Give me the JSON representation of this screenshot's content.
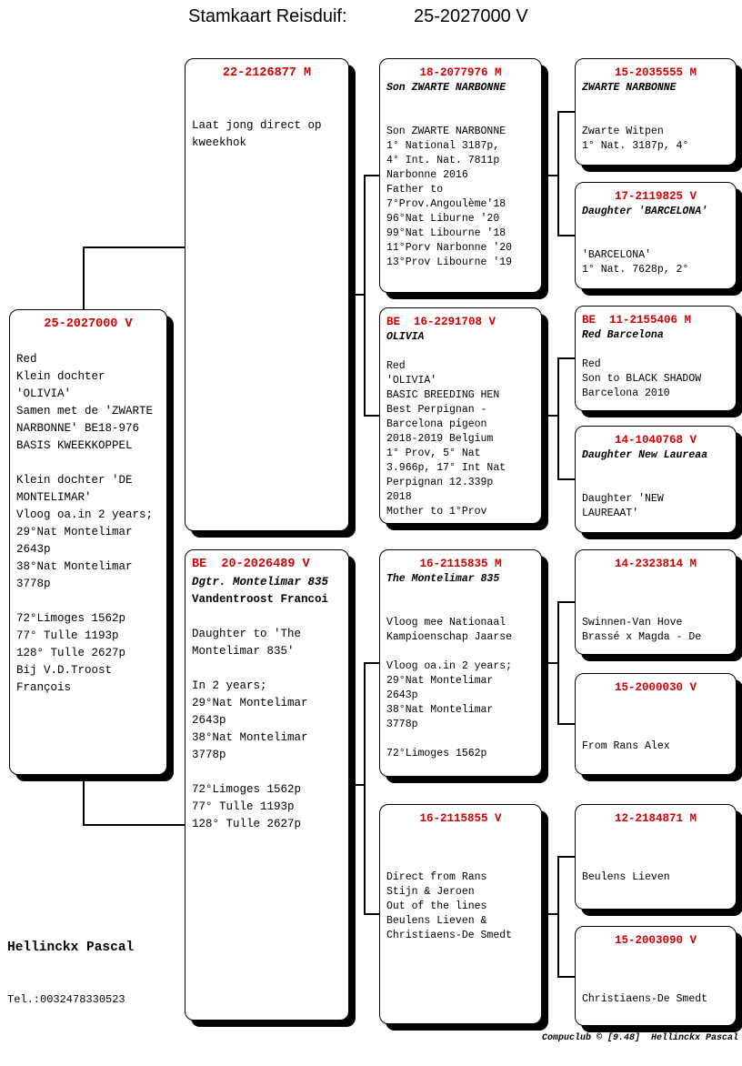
{
  "title": {
    "label": "Stamkaart Reisduif:",
    "ring": "25-2027000 V"
  },
  "colors": {
    "ring_red": "#d40000",
    "text": "#000000",
    "line": "#000000"
  },
  "owner": {
    "name": "Hellinckx Pascal",
    "phone": "Tel.:0032478330523"
  },
  "footer": {
    "credit": "Compuclub © [9.48]  Hellinckx Pascal"
  },
  "boxes": {
    "subject": {
      "ring": "25-2027000 V",
      "body": "\nRed\nKlein dochter\n'OLIVIA'\nSamen met de 'ZWARTE\nNARBONNE' BE18-976\nBASIS KWEEKKOPPEL\n\nKlein dochter 'DE\nMONTELIMAR'\nVloog oa.in 2 years;\n29°Nat Montelimar\n2643p\n38°Nat Montelimar\n3778p\n\n72°Limoges 1562p\n77° Tulle 1193p\n128° Tulle 2627p\nBij V.D.Troost\nFrançois"
    },
    "father": {
      "ring": "22-2126877 M",
      "body": "\n\nLaat jong direct op\nkweekhok"
    },
    "mother": {
      "ring": "BE  20-2026489 V",
      "name": "Dgtr. Montelimar 835",
      "name2": "Vandentroost Francoi",
      "body": "\nDaughter to 'The\nMontelimar 835'\n\nIn 2 years;\n29°Nat Montelimar\n2643p\n38°Nat Montelimar\n3778p\n\n72°Limoges 1562p\n77° Tulle 1193p\n128° Tulle 2627p"
    },
    "gp1": {
      "ring": "18-2077976 M",
      "name": "Son ZWARTE NARBONNE",
      "body": "\n\nSon ZWARTE NARBONNE\n1° National 3187p,\n4° Int. Nat. 7811p\nNarbonne 2016\nFather to\n7°Prov.Angoulème'18\n96°Nat Liburne '20\n99°Nat Libourne '18\n11°Porv Narbonne '20\n13°Prov Libourne '19"
    },
    "gp2": {
      "ring": "BE  16-2291708 V",
      "name": "OLIVIA",
      "body": "\nRed\n'OLIVIA'\nBASIC BREEDING HEN\nBest Perpignan -\nBarcelona pigeon\n2018-2019 Belgium\n1° Prov, 5° Nat\n3.966p, 17° Int Nat\nPerpignan 12.339p\n2018\nMother to 1°Prov"
    },
    "gp3": {
      "ring": "16-2115835 M",
      "name": "The Montelimar 835",
      "body": "\n\nVloog mee Nationaal\nKampioenschap Jaarse\n\nVloog oa.in 2 years;\n29°Nat Montelimar\n2643p\n38°Nat Montelimar\n3778p\n\n72°Limoges 1562p"
    },
    "gp4": {
      "ring": "16-2115855 V",
      "body": "\n\n\nDirect from Rans\nStijn & Jeroen\nOut of the lines\nBeulens Lieven &\nChristiaens-De Smedt"
    },
    "ggp1": {
      "ring": "15-2035555 M",
      "name": "ZWARTE NARBONNE",
      "body": "\n\nZwarte Witpen\n1° Nat. 3187p, 4°"
    },
    "ggp2": {
      "ring": "17-2119825 V",
      "name": "Daughter 'BARCELONA'",
      "body": "\n\n'BARCELONA'\n1° Nat. 7628p, 2°"
    },
    "ggp3": {
      "ring": "BE  11-2155406 M",
      "name": "Red Barcelona",
      "body": "\nRed\nSon to BLACK SHADOW\nBarcelona 2010"
    },
    "ggp4": {
      "ring": "14-1040768 V",
      "name": "Daughter New Laureaa",
      "body": "\n\nDaughter 'NEW\nLAUREAAT'"
    },
    "ggp5": {
      "ring": "14-2323814 M",
      "body": "\n\n\nSwinnen-Van Hove\nBrassé x Magda - De"
    },
    "ggp6": {
      "ring": "15-2000030 V",
      "body": "\n\n\nFrom Rans Alex"
    },
    "ggp7": {
      "ring": "12-2184871 M",
      "body": "\n\n\nBeulens Lieven"
    },
    "ggp8": {
      "ring": "15-2003090 V",
      "body": "\n\n\nChristiaens-De Smedt"
    }
  }
}
